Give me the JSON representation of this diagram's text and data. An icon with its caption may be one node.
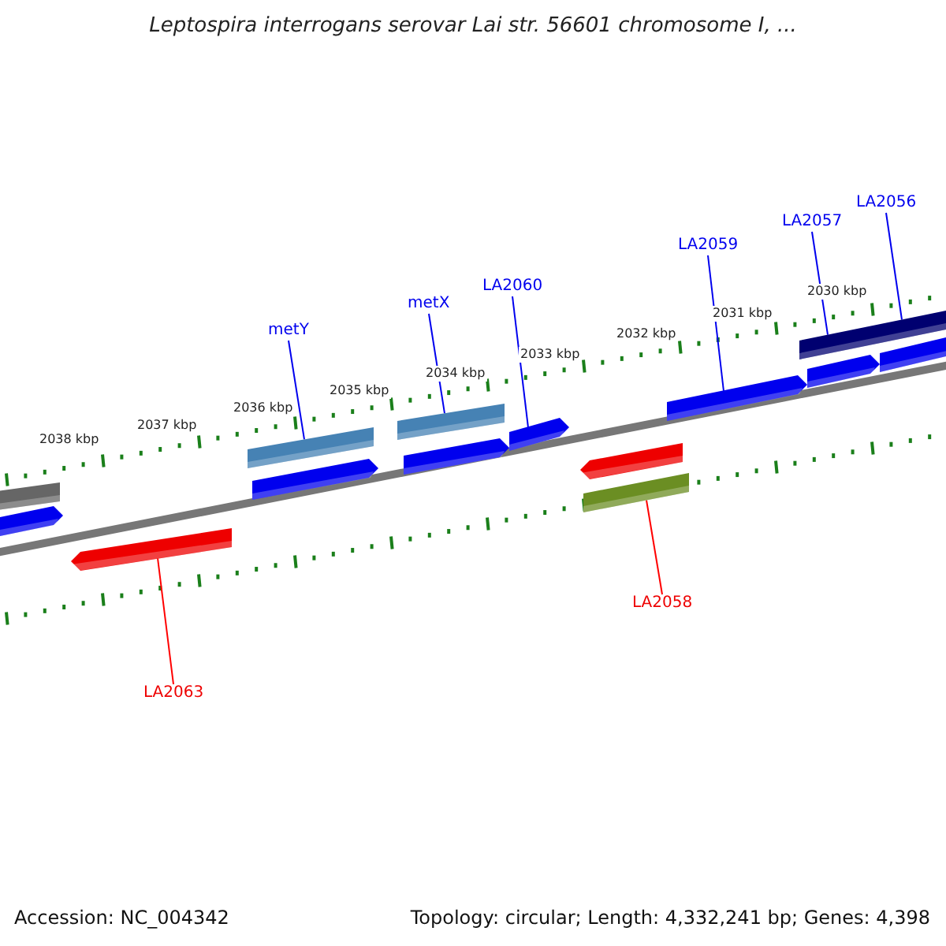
{
  "diagram": {
    "title": "Leptospira interrogans serovar Lai str. 56601 chromosome I, ...",
    "nodes": [
      {
        "text": [
          "LA2056"
        ]
      },
      {
        "text": [
          "LA2057"
        ]
      },
      {
        "text": [
          "LA2059"
        ]
      },
      {
        "text": [
          "LA2060"
        ]
      },
      {
        "text": [
          "metX"
        ]
      },
      {
        "text": [
          "metY"
        ]
      },
      {
        "text": [
          "LA2058"
        ]
      },
      {
        "text": [
          "LA2063"
        ]
      },
      {
        "text": [],
        "shape": "bar"
      },
      {
        "text": [],
        "shape": "arrow"
      },
      {
        "text": [],
        "shape": "arrow"
      },
      {
        "text": [],
        "shape": "bar"
      },
      {
        "text": [],
        "shape": "arrow"
      },
      {
        "text": [],
        "shape": "bar"
      },
      {
        "text": [],
        "shape": "arrow"
      },
      {
        "text": [],
        "shape": "arrow"
      },
      {
        "text": [],
        "shape": "arrow"
      },
      {
        "text": [],
        "shape": "bar"
      },
      {
        "text": [],
        "shape": "arrow"
      },
      {
        "text": [],
        "shape": "bar"
      },
      {
        "text": [],
        "shape": "arrow"
      },
      {
        "text": [],
        "shape": "bar"
      },
      {
        "text": [],
        "shape": "arrow"
      }
    ],
    "edges": [
      {
        "from": 0,
        "to": 21,
        "arrow": "none"
      },
      {
        "from": 1,
        "to": 19,
        "arrow": "none"
      },
      {
        "from": 2,
        "to": 18,
        "arrow": "none"
      },
      {
        "from": 3,
        "to": 15,
        "arrow": "none"
      },
      {
        "from": 4,
        "to": 13,
        "arrow": "none"
      },
      {
        "from": 5,
        "to": 11,
        "arrow": "none"
      },
      {
        "from": 6,
        "to": 17,
        "arrow": "none",
        "color": "#ff0000"
      },
      {
        "from": 7,
        "to": 10,
        "arrow": "none",
        "color": "#ff0000"
      }
    ],
    "labels": [
      "2030 kbp",
      "2031 kbp",
      "2032 kbp",
      "2033 kbp",
      "2034 kbp",
      "2035 kbp",
      "2036 kbp",
      "2037 kbp",
      "2038 kbp",
      "Accession: NC_004342",
      "Topology: circular; Length: 4,332,241 bp; Genes: 4,398"
    ]
  }
}
